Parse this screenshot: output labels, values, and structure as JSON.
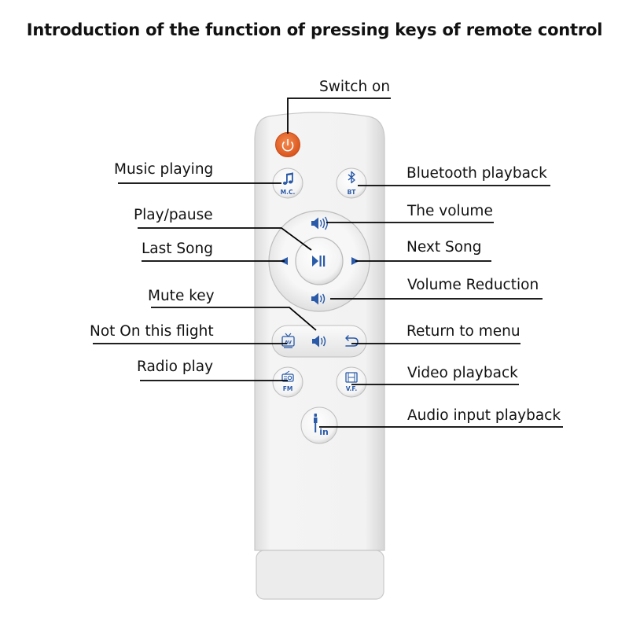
{
  "title": "Introduction of the function of pressing keys of remote control",
  "labels": {
    "switch_on": "Switch on",
    "music_playing": "Music playing",
    "bluetooth_playback": "Bluetooth playback",
    "play_pause": "Play/pause",
    "the_volume": "The volume",
    "last_song": "Last Song",
    "next_song": "Next Song",
    "volume_reduction": "Volume Reduction",
    "mute_key": "Mute key",
    "not_on_this_flight": "Not On this flight",
    "return_to_menu": "Return to menu",
    "radio_play": "Radio play",
    "video_playback": "Video playback",
    "audio_input_playback": "Audio input playback"
  },
  "keys": {
    "mc": "M.C.",
    "bt": "BT",
    "av": "AV",
    "fm": "FM",
    "vf": "V.F.",
    "in": "in"
  },
  "colors": {
    "power_key": "#e8652a",
    "key_icon": "#2a5aa8",
    "remote_body": "#efefef",
    "leader_line": "#000000"
  },
  "icons": {
    "power": "power-icon",
    "music": "music-note-icon",
    "bluetooth": "bluetooth-icon",
    "volume": "speaker-icon",
    "prev": "triangle-left-icon",
    "next": "triangle-right-icon",
    "play_pause": "play-pause-icon",
    "av": "tv-icon",
    "back": "return-arrow-icon",
    "radio": "radio-icon",
    "film": "film-icon",
    "line_in": "line-in-icon"
  }
}
